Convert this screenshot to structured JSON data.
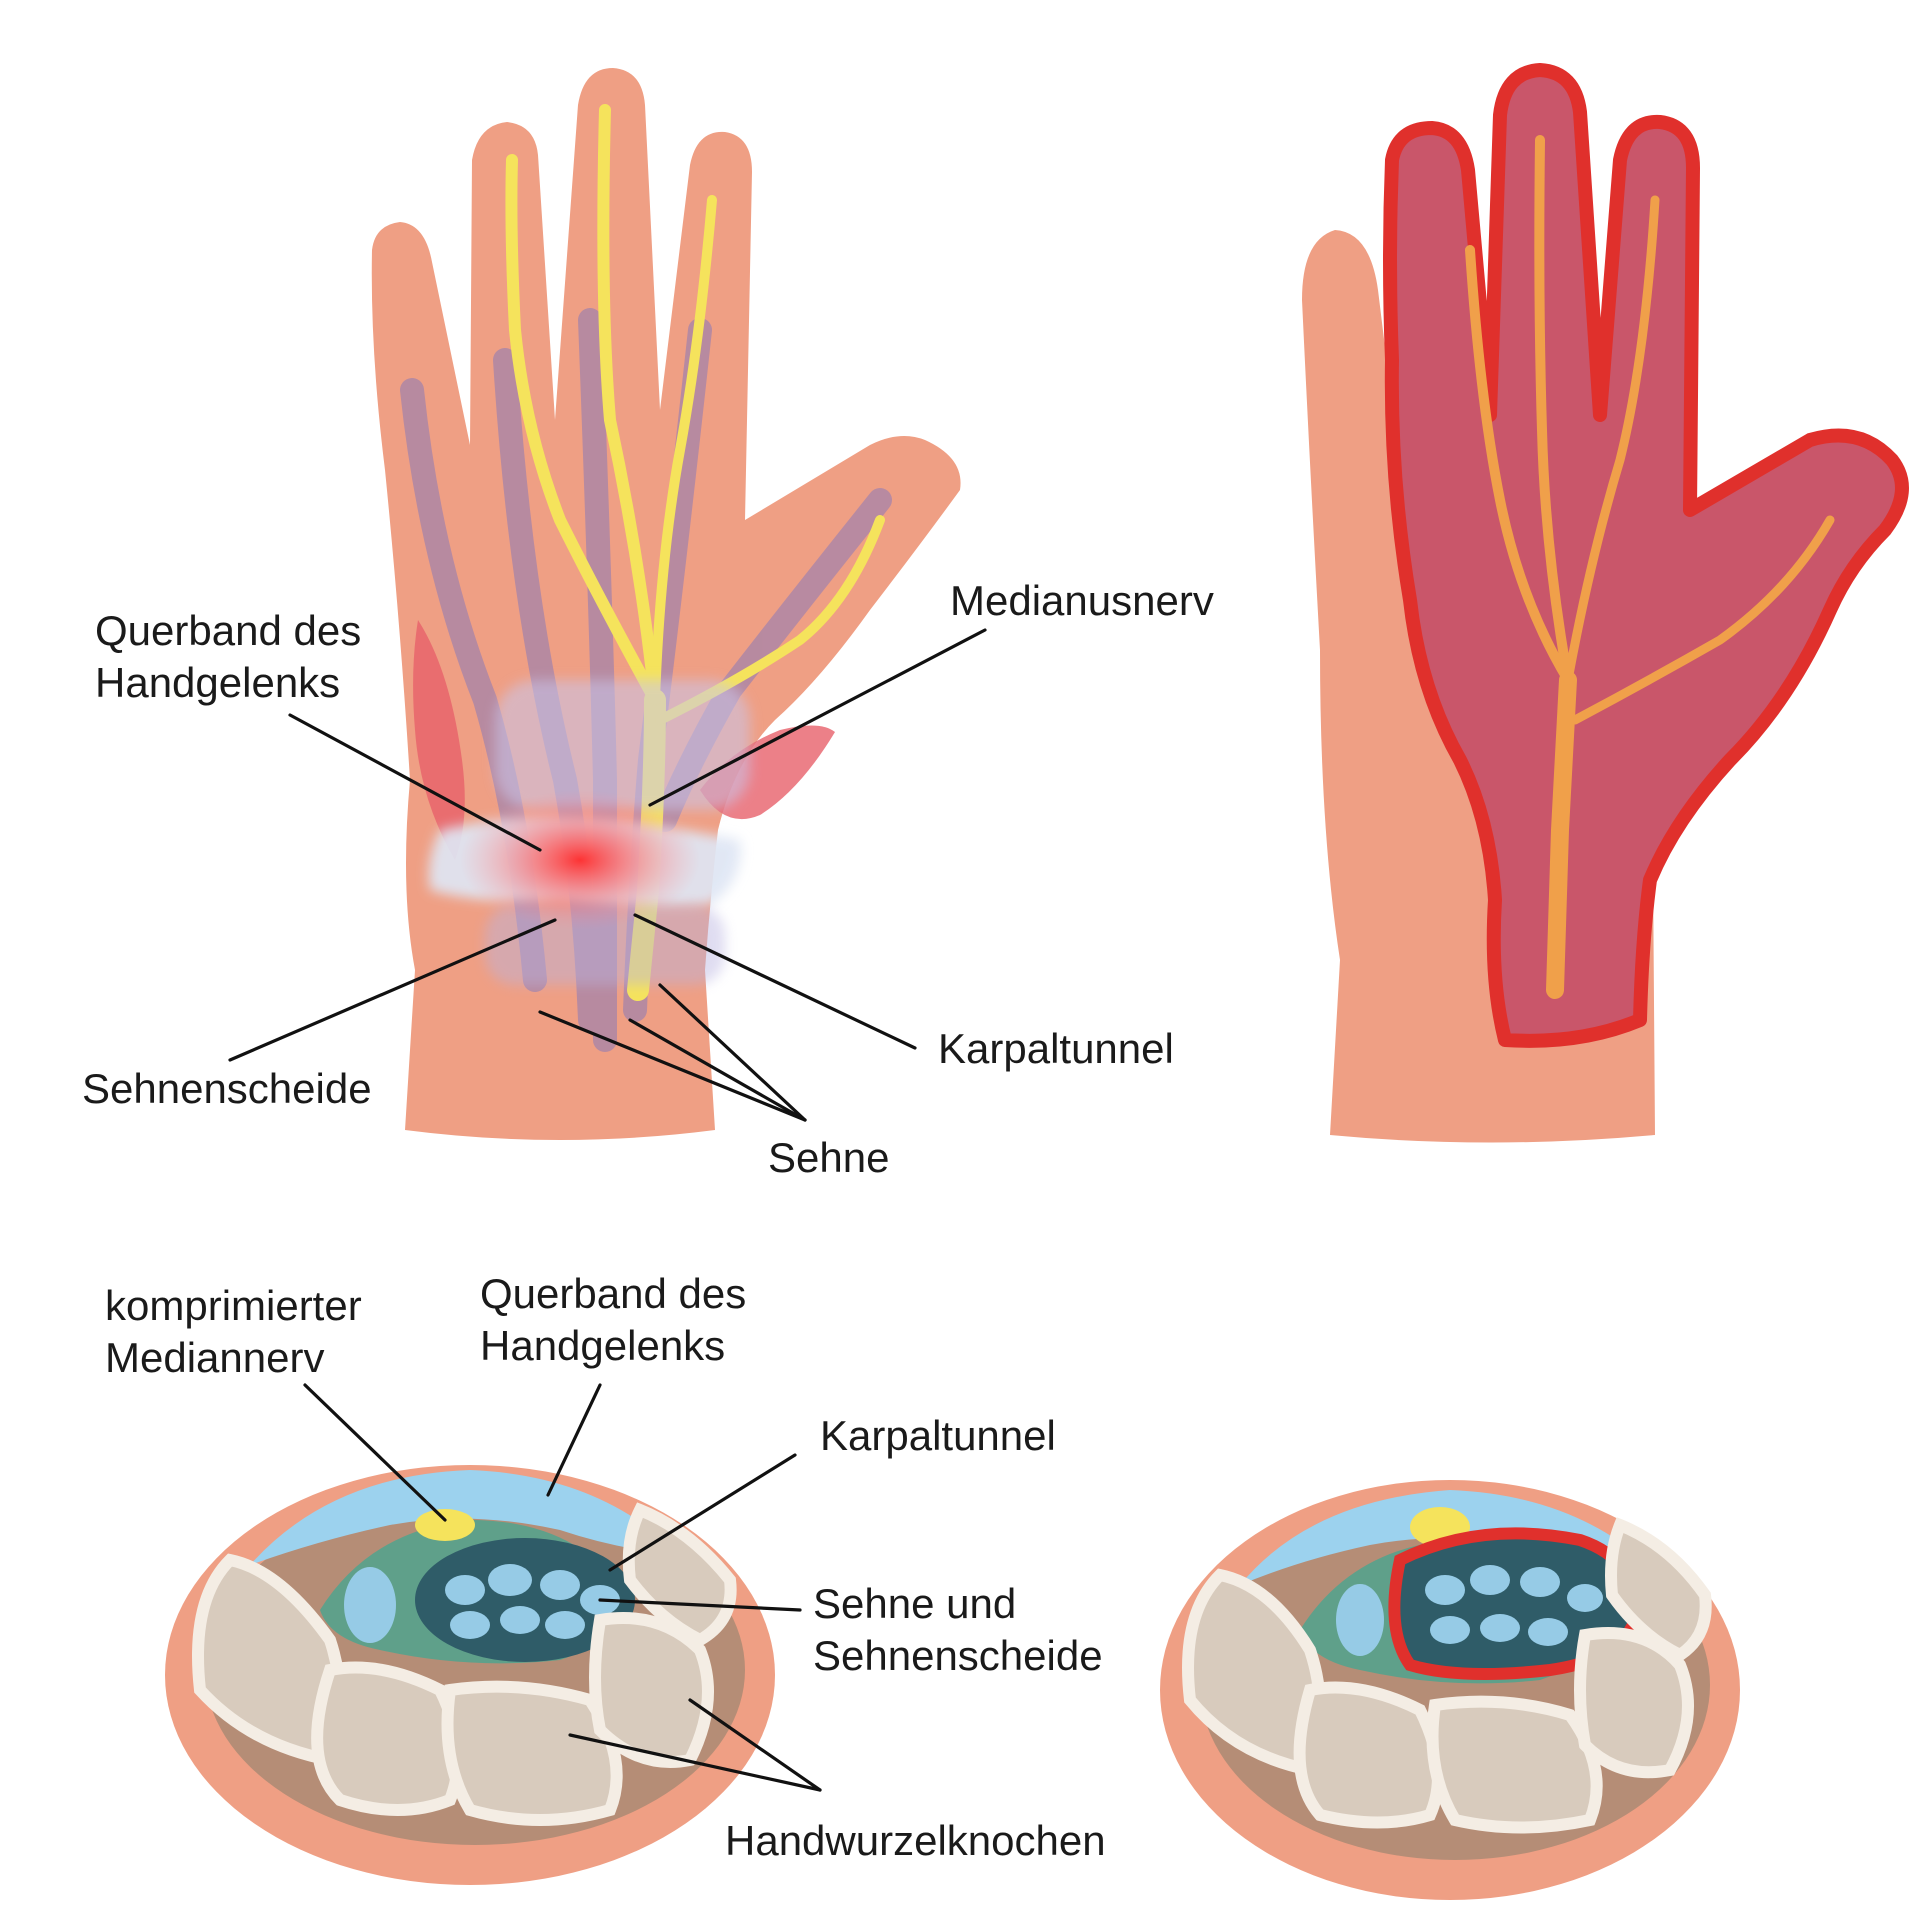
{
  "colors": {
    "skin": "#ef9f84",
    "nerve": "#f5e35c",
    "tendon": "#9a7fb0",
    "inflamed": "#c9566a",
    "inflamed_outline": "#e0302c",
    "inflamed_nerve": "#f0a04a",
    "ligament": "#dfe6f4",
    "canal_fluid": "#9cd2ee",
    "bone": "#d8cbbd",
    "bone_rim": "#f4ede4",
    "sheath": "#5fa08a",
    "tendon_section": "#96cbe6",
    "tunnel_dark": "#2f5c68",
    "hot_spot": "#ff2a2a"
  },
  "top_left_labels": {
    "querband": [
      "Querband des",
      "Handgelenks"
    ],
    "medianusnerv": "Medianusnerv",
    "sehnenscheide": "Sehnenscheide",
    "sehne": "Sehne",
    "karpaltunnel": "Karpaltunnel"
  },
  "bottom_left_labels": {
    "komprimiert": [
      "komprimierter",
      "Mediannerv"
    ],
    "querband": [
      "Querband des",
      "Handgelenks"
    ],
    "karpaltunnel": "Karpaltunnel",
    "sehne_und_scheide": [
      "Sehne und",
      "Sehnenscheide"
    ],
    "handwurzelknochen": "Handwurzelknochen"
  }
}
